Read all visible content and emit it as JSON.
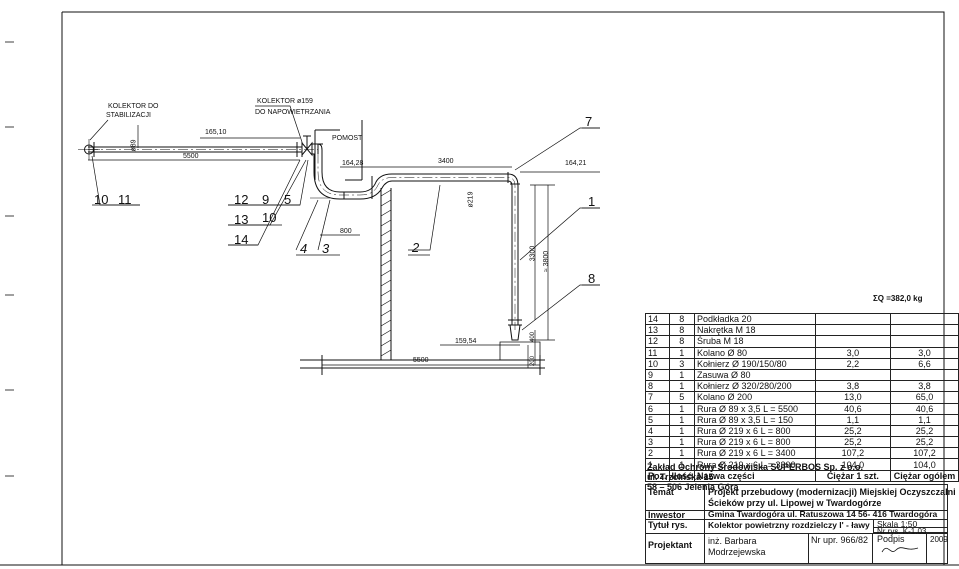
{
  "labels": {
    "kolektor_stab_1": "KOLEKTOR  DO",
    "kolektor_stab_2": "STABILIZACJI",
    "kolektor_napow_1": "KOLEKTOR  ø159",
    "kolektor_napow_2": "DO  NAPOWIETRZANIA",
    "pomost": "POMOST",
    "d89": "ø89",
    "d219": "ø219",
    "dim_165_10": "165,10",
    "dim_5500_top": "5500",
    "dim_164_28": "164,28",
    "dim_3400": "3400",
    "dim_164_21": "164,21",
    "dim_800": "800",
    "dim_159_54": "159,54",
    "dim_5500_bottom": "5500",
    "dim_3300": "3300",
    "dim_3800": "≈ 3800",
    "dim_400": "400",
    "dim_200": "200"
  },
  "callouts": [
    "10",
    "11",
    "12",
    "9",
    "5",
    "13",
    "10",
    "14",
    "4",
    "3",
    "2",
    "7",
    "1",
    "8"
  ],
  "total_weight": "ΣQ =382,0 kg",
  "parts": [
    {
      "poz": "14",
      "ilosc": "8",
      "nazwa": "Podkładka 20",
      "ciezar1": "",
      "ciezar_ogolem": ""
    },
    {
      "poz": "13",
      "ilosc": "8",
      "nazwa": "Nakrętka M 18",
      "ciezar1": "",
      "ciezar_ogolem": ""
    },
    {
      "poz": "12",
      "ilosc": "8",
      "nazwa": "Śruba M 18",
      "ciezar1": "",
      "ciezar_ogolem": ""
    },
    {
      "poz": "11",
      "ilosc": "1",
      "nazwa": "Kolano Ø 80",
      "ciezar1": "3,0",
      "ciezar_ogolem": "3,0"
    },
    {
      "poz": "10",
      "ilosc": "3",
      "nazwa": "Kołnierz Ø 190/150/80",
      "ciezar1": "2,2",
      "ciezar_ogolem": "6,6"
    },
    {
      "poz": "9",
      "ilosc": "1",
      "nazwa": "Zasuwa Ø 80",
      "ciezar1": "",
      "ciezar_ogolem": ""
    },
    {
      "poz": "8",
      "ilosc": "1",
      "nazwa": "Kołnierz Ø 320/280/200",
      "ciezar1": "3,8",
      "ciezar_ogolem": "3,8"
    },
    {
      "poz": "7",
      "ilosc": "5",
      "nazwa": "Kolano Ø 200",
      "ciezar1": "13,0",
      "ciezar_ogolem": "65,0"
    },
    {
      "poz": "6",
      "ilosc": "1",
      "nazwa": "Rura  Ø 89 x 3,5   L = 5500",
      "ciezar1": "40,6",
      "ciezar_ogolem": "40,6"
    },
    {
      "poz": "5",
      "ilosc": "1",
      "nazwa": "Rura  Ø 89 x 3,5   L =  150",
      "ciezar1": "1,1",
      "ciezar_ogolem": "1,1"
    },
    {
      "poz": "4",
      "ilosc": "1",
      "nazwa": "Rura  Ø 219 x 6    L =  800",
      "ciezar1": "25,2",
      "ciezar_ogolem": "25,2"
    },
    {
      "poz": "3",
      "ilosc": "1",
      "nazwa": "Rura  Ø 219 x 6    L =  800",
      "ciezar1": "25,2",
      "ciezar_ogolem": "25,2"
    },
    {
      "poz": "2",
      "ilosc": "1",
      "nazwa": "Rura  Ø 219 x 6    L = 3400",
      "ciezar1": "107,2",
      "ciezar_ogolem": "107,2"
    },
    {
      "poz": "1",
      "ilosc": "1",
      "nazwa": "Rura  Ø 219 x 6    L = 3300",
      "ciezar1": "104,0",
      "ciezar_ogolem": "104,0"
    }
  ],
  "table_header": {
    "poz": "Poz.",
    "ilosc": "Ilość",
    "nazwa": "Nazwa części",
    "ciezar1": "Ciężar 1 szt.",
    "ciezar_ogolem": "Ciężar ogólem"
  },
  "company": {
    "line1": "Zakład Ochrony Środowiska SUPERBOS Sp. z o.o.",
    "line2": "ul. Trzcińska 15",
    "line3": "58 – 506 Jelenia Góra"
  },
  "titleblock": {
    "temat_label": "Temat",
    "temat_1": "Projekt przebudowy (modernizacji) Miejskiej Oczyszczalni",
    "temat_2": "Ścieków przy ul. Lipowej w Twardogórze",
    "inwestor_label": "Inwestor",
    "inwestor": "Gmina  Twardogóra ul. Ratuszowa 14  56- 416 Twardogóra",
    "tytul_label": "Tytuł rys.",
    "tytul": "Kolektor powietrzny rozdzielczy I' - ławy",
    "skala": "Skala  1:50",
    "nr_rys": "Nr rys. K-1.03",
    "projektant_label": "Projektant",
    "projektant_1": "inż. Barbara",
    "projektant_2": "Modrzejewska",
    "nr_upr": "Nr upr. 966/82",
    "podpis": "Podpis",
    "rok": "2009"
  }
}
